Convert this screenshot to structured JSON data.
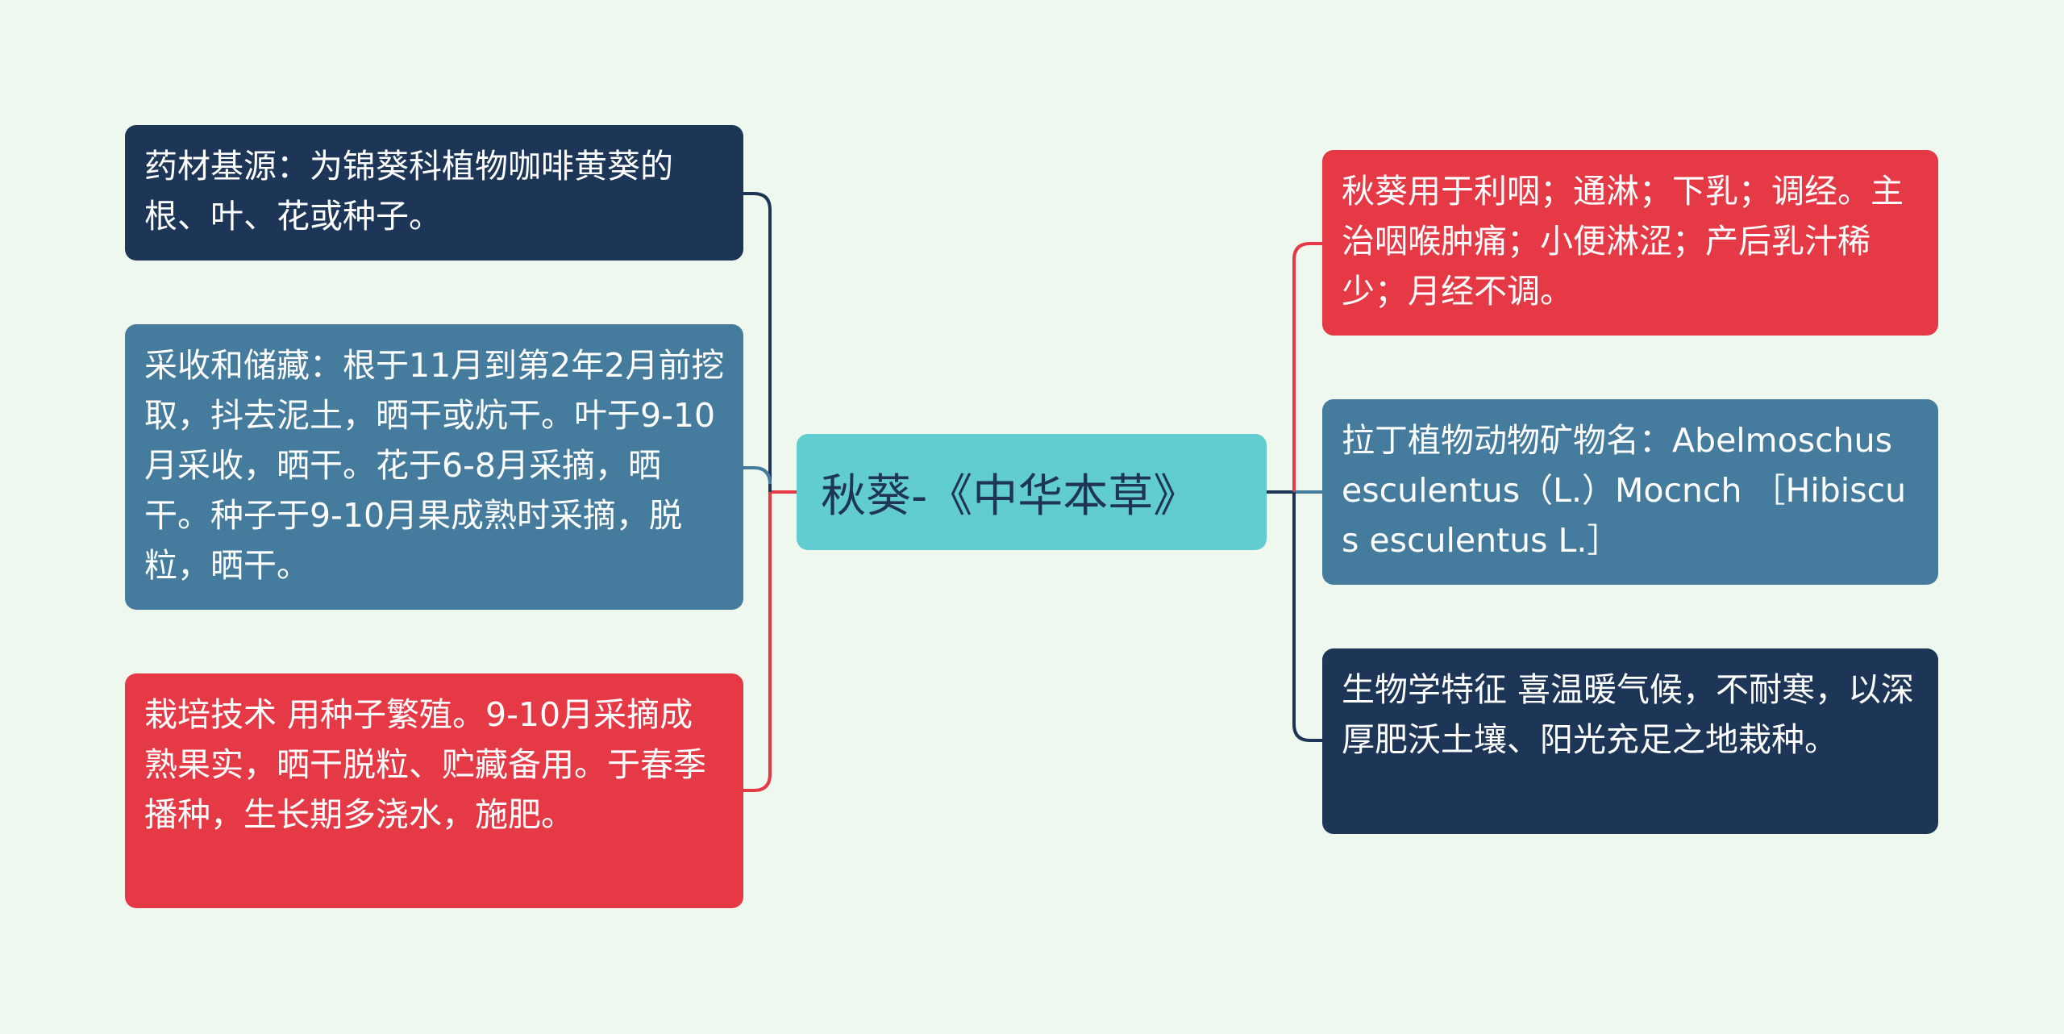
{
  "central": {
    "title": "秋葵-《中华本草》"
  },
  "left_branches": [
    {
      "text": "药材基源：为锦葵科植物咖啡黄葵的根、叶、花或种子。",
      "color": "#1d3557"
    },
    {
      "text": "采收和储藏：根于11月到第2年2月前挖取，抖去泥土，晒干或炕干。叶于9-10月采收，晒干。花于6-8月采摘，晒干。种子于9-10月果成熟时采摘，脱粒，晒干。",
      "color": "#457b9d"
    },
    {
      "text": "栽培技术 用种子繁殖。9-10月采摘成熟果实，晒干脱粒、贮藏备用。于春季播种，生长期多浇水，施肥。",
      "color": "#e63946"
    }
  ],
  "right_branches": [
    {
      "text": "秋葵用于利咽；通淋；下乳；调经。主治咽喉肿痛；小便淋涩；产后乳汁稀少；月经不调。",
      "color": "#e63946"
    },
    {
      "text": "拉丁植物动物矿物名：Abelmoschus esculentus（L.）Mocnch ［Hibiscus esculentus L.］",
      "color": "#457b9d"
    },
    {
      "text": "生物学特征 喜温暖气候，不耐寒，以深厚肥沃土壤、阳光充足之地栽种。",
      "color": "#1d3557"
    }
  ],
  "center_color": "#62cdd0",
  "background_color": "#eff8ee"
}
